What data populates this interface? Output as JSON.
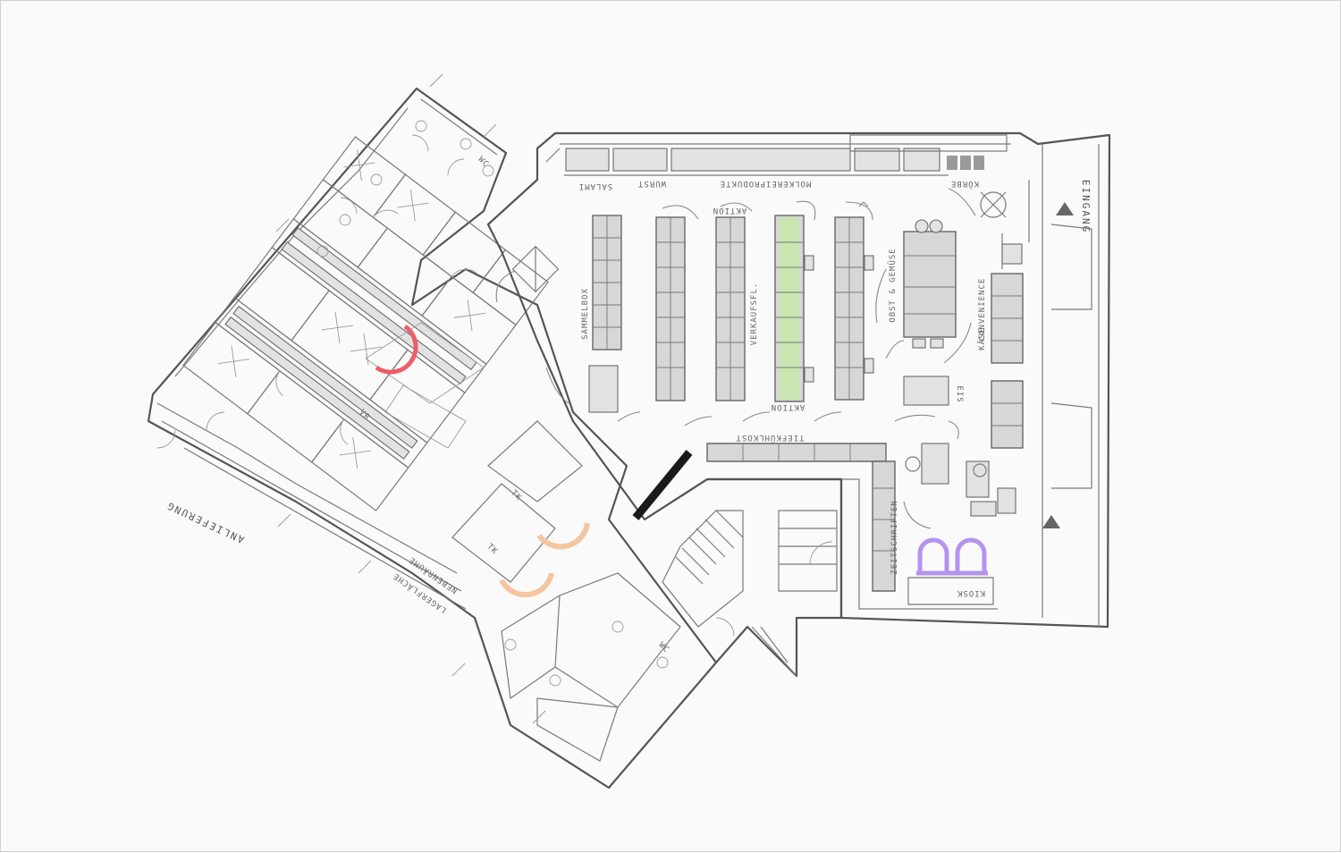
{
  "labels": {
    "molkereiprodukte": "MOLKEREIPRODUKTE",
    "wurst": "WURST",
    "salami": "SALAMI",
    "aktion_top": "AKTION",
    "aktion_bottom": "AKTION",
    "tiefkuehlkost": "TIEFKÜHLKOST",
    "obst_gemuese": "OBST & GEMÜSE",
    "convenience": "CONVENIENCE",
    "kaese": "KÄSE",
    "eis": "EIS",
    "koerbe": "KÖRBE",
    "eingang": "EINGANG",
    "anlieferung": "ANLIEFERUNG",
    "lagerflaeche": "LAGERFLÄCHE",
    "nebenraeume": "NEBENRÄUME",
    "zeitschriften": "ZEITSCHRIFTEN",
    "kiosk": "KIOSK",
    "verkaufsflaeche": "VERKAUFSFL.",
    "sammelbox": "SAMMELBOX",
    "tk": "TK",
    "wc": "WC",
    "vr": "VR"
  },
  "highlight_colors": {
    "green_shelf": "#c8e6b0",
    "red_door": "#ee5d6a",
    "orange_doors": "#f6c49e",
    "purple_seats": "#b493f0",
    "black_wall": "#1a1a1a"
  }
}
